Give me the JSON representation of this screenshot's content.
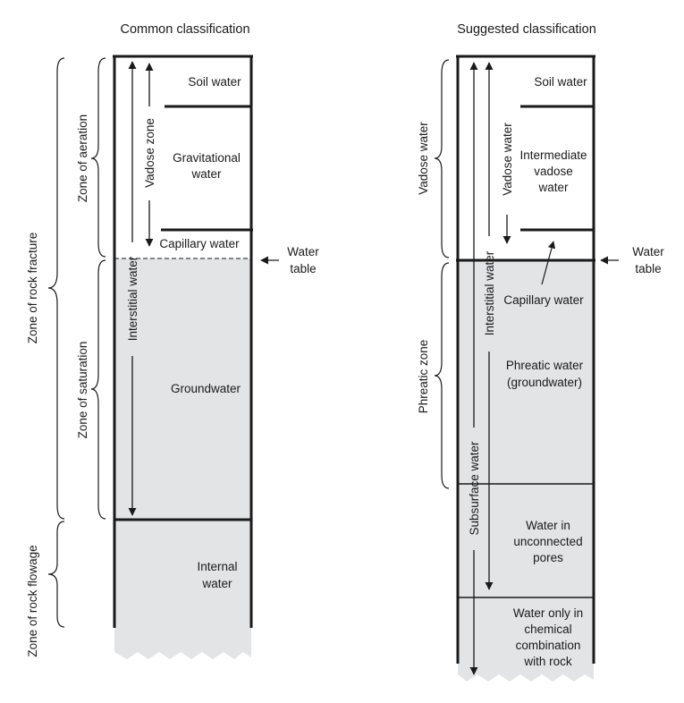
{
  "left": {
    "title": "Common classification",
    "zones": {
      "rock_fracture": "Zone of rock fracture",
      "rock_flowage": "Zone of rock flowage",
      "aeration": "Zone of aeration",
      "saturation": "Zone of saturation"
    },
    "arrows": {
      "vadose": "Vadose zone",
      "interstitial": "Interstitial water"
    },
    "layers": {
      "soil": "Soil water",
      "gravitational": [
        "Gravitational",
        "water"
      ],
      "capillary": "Capillary water",
      "groundwater": "Groundwater",
      "internal": [
        "Internal",
        "water"
      ]
    },
    "water_table": [
      "Water",
      "table"
    ]
  },
  "right": {
    "title": "Suggested classification",
    "zones": {
      "vadose_water": "Vadose water",
      "phreatic": "Phreatic zone"
    },
    "arrows": {
      "vadose": "Vadose water",
      "interstitial": "Interstitial water",
      "subsurface": "Subsurface water"
    },
    "layers": {
      "soil": "Soil water",
      "intermediate": [
        "Intermediate",
        "vadose",
        "water"
      ],
      "capillary": "Capillary water",
      "phreatic": [
        "Phreatic water",
        "(groundwater)"
      ],
      "unconnected": [
        "Water in",
        "unconnected",
        "pores"
      ],
      "chemical": [
        "Water only in",
        "chemical",
        "combination",
        "with rock"
      ]
    },
    "water_table": [
      "Water",
      "table"
    ]
  },
  "colors": {
    "saturated_fill": "#e3e4e6",
    "line": "#1a1a1a"
  }
}
